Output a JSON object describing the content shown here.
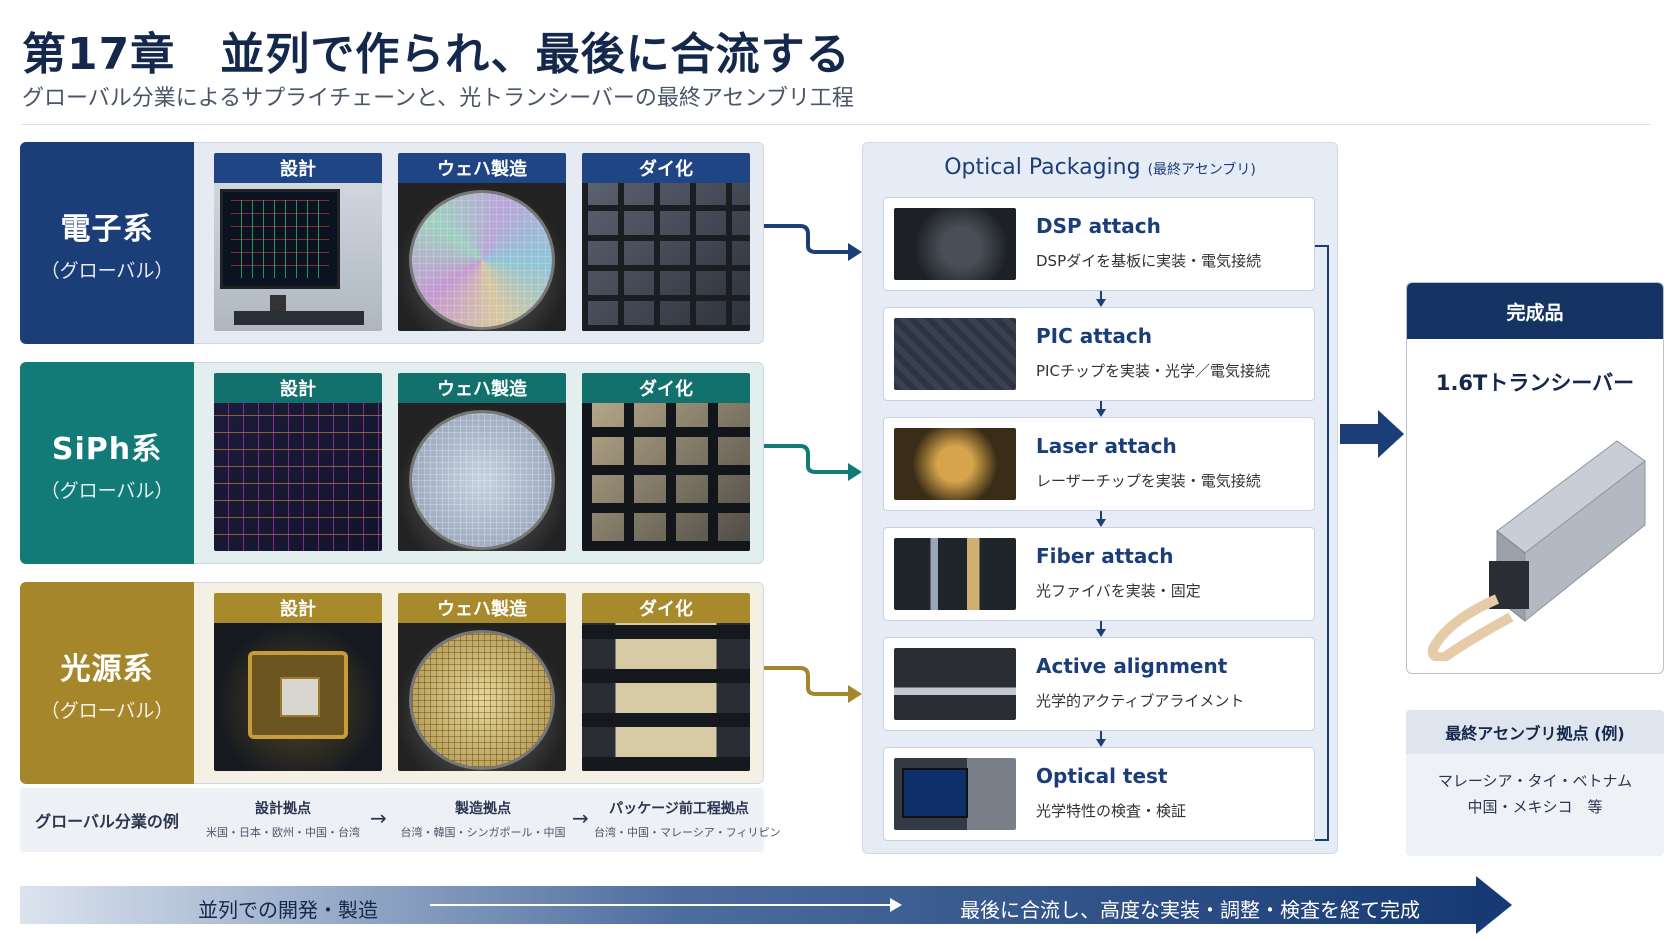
{
  "header": {
    "title": "第17章　並列で作られ、最後に合流する",
    "subtitle": "グローバル分業によるサプライチェーンと、光トランシーバーの最終アセンブリ工程"
  },
  "rows": [
    {
      "name": "電子系",
      "sub": "（グローバル）",
      "color": "#1b3e78",
      "stages": [
        {
          "label": "設計",
          "icon": "pcb-design-monitor"
        },
        {
          "label": "ウェハ製造",
          "icon": "silicon-wafer"
        },
        {
          "label": "ダイ化",
          "icon": "diced-chips"
        }
      ]
    },
    {
      "name": "SiPh系",
      "sub": "（グローバル）",
      "color": "#127a77",
      "stages": [
        {
          "label": "設計",
          "icon": "photonic-circuit-layout"
        },
        {
          "label": "ウェハ製造",
          "icon": "silicon-wafer"
        },
        {
          "label": "ダイ化",
          "icon": "diced-chips"
        }
      ]
    },
    {
      "name": "光源系",
      "sub": "（グローバル）",
      "color": "#a6862a",
      "stages": [
        {
          "label": "設計",
          "icon": "laser-package"
        },
        {
          "label": "ウェハ製造",
          "icon": "silicon-wafer"
        },
        {
          "label": "ダイ化",
          "icon": "diced-chips"
        }
      ]
    }
  ],
  "global_example": {
    "label": "グローバル分業の例",
    "items": [
      {
        "title": "設計拠点",
        "places": "米国・日本・欧州・中国・台湾"
      },
      {
        "title": "製造拠点",
        "places": "台湾・韓国・シンガポール・中国"
      },
      {
        "title": "パッケージ前工程拠点",
        "places": "台湾・中国・マレーシア・フィリピン"
      }
    ],
    "arrow": "→"
  },
  "packaging": {
    "title": "Optical Packaging",
    "title_note": "(最終アセンブリ)",
    "steps": [
      {
        "title": "DSP attach",
        "desc": "DSPダイを基板に実装・電気接続"
      },
      {
        "title": "PIC attach",
        "desc": "PICチップを実装・光学／電気接続"
      },
      {
        "title": "Laser attach",
        "desc": "レーザーチップを実装・電気接続"
      },
      {
        "title": "Fiber attach",
        "desc": "光ファイバを実装・固定"
      },
      {
        "title": "Active alignment",
        "desc": "光学的アクティブアライメント"
      },
      {
        "title": "Optical test",
        "desc": "光学特性の検査・検証"
      }
    ]
  },
  "product": {
    "header": "完成品",
    "name": "1.6Tトランシーバー"
  },
  "sites": {
    "header": "最終アセンブリ拠点 (例)",
    "line1": "マレーシア・タイ・ベトナム",
    "line2": "中国・メキシコ　等"
  },
  "banner": {
    "left": "並列での開発・製造",
    "right": "最後に合流し、高度な実装・調整・検査を経て完成"
  },
  "colors": {
    "navy": "#1b3e78",
    "teal": "#127a77",
    "gold": "#a6862a"
  }
}
